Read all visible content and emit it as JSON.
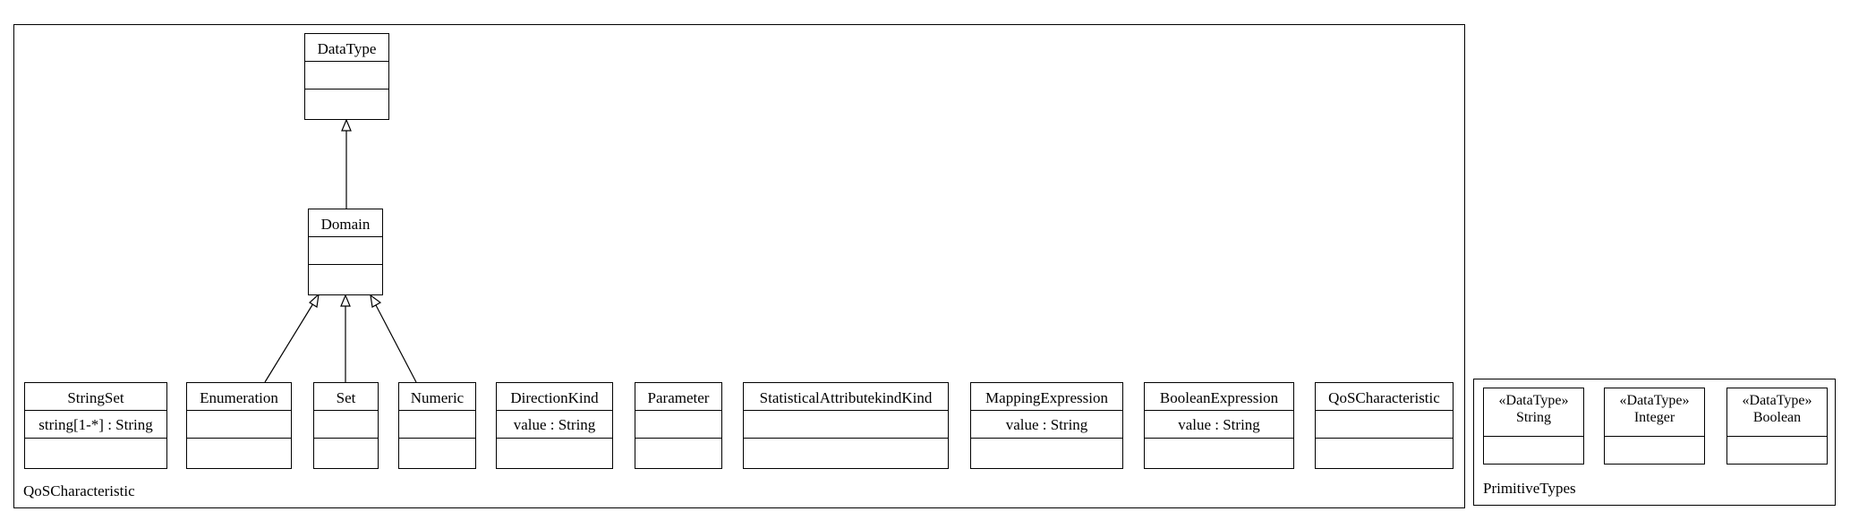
{
  "packages": {
    "qos": {
      "label": "QoSCharacteristic"
    },
    "primitive": {
      "label": "PrimitiveTypes"
    }
  },
  "classes": {
    "datatype": {
      "name": "DataType"
    },
    "domain": {
      "name": "Domain"
    },
    "stringset": {
      "name": "StringSet",
      "attr": "string[1-*] : String"
    },
    "enumeration": {
      "name": "Enumeration"
    },
    "set": {
      "name": "Set"
    },
    "numeric": {
      "name": "Numeric"
    },
    "directionkind": {
      "name": "DirectionKind",
      "attr": "value : String"
    },
    "parameter": {
      "name": "Parameter"
    },
    "statkind": {
      "name": "StatisticalAttributekindKind"
    },
    "mappingexpr": {
      "name": "MappingExpression",
      "attr": "value : String"
    },
    "boolexpr": {
      "name": "BooleanExpression",
      "attr": "value : String"
    },
    "qoschar": {
      "name": "QoSCharacteristic"
    },
    "string": {
      "stereotype": "«DataType»",
      "name": "String"
    },
    "integer": {
      "stereotype": "«DataType»",
      "name": "Integer"
    },
    "boolean": {
      "stereotype": "«DataType»",
      "name": "Boolean"
    }
  }
}
